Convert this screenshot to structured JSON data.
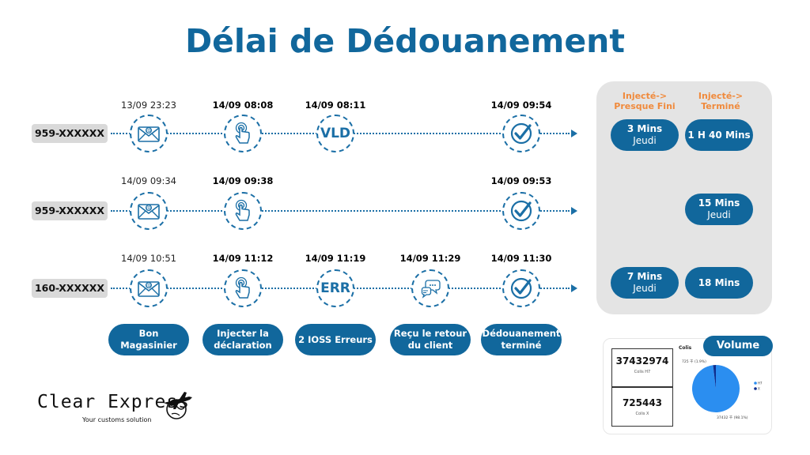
{
  "title": "Délai de Dédouanement",
  "rows": [
    {
      "awb": "959-XXXXXX",
      "timestamps": [
        {
          "text": "13/09  23:23",
          "bold": false
        },
        {
          "text": "14/09  08:08",
          "bold": true
        },
        {
          "text": "14/09  08:11",
          "bold": true
        },
        {
          "text": "",
          "bold": true
        },
        {
          "text": "14/09  09:54",
          "bold": true
        }
      ],
      "nodes": [
        "envelope-icon",
        "tap-hand-icon",
        "VLD",
        "",
        "check-icon"
      ]
    },
    {
      "awb": "959-XXXXXX",
      "timestamps": [
        {
          "text": "14/09  09:34",
          "bold": false
        },
        {
          "text": "14/09  09:38",
          "bold": true
        },
        {
          "text": "",
          "bold": true
        },
        {
          "text": "",
          "bold": true
        },
        {
          "text": "14/09  09:53",
          "bold": true
        }
      ],
      "nodes": [
        "envelope-icon",
        "tap-hand-icon",
        "",
        "",
        "check-icon"
      ]
    },
    {
      "awb": "160-XXXXXX",
      "timestamps": [
        {
          "text": "14/09  10:51",
          "bold": false
        },
        {
          "text": "14/09  11:12",
          "bold": true
        },
        {
          "text": "14/09  11:19",
          "bold": true
        },
        {
          "text": "14/09  11:29",
          "bold": true
        },
        {
          "text": "14/09  11:30",
          "bold": true
        }
      ],
      "nodes": [
        "envelope-icon",
        "tap-hand-icon",
        "ERR",
        "chat-bubbles-icon",
        "check-icon"
      ]
    }
  ],
  "steps": [
    [
      "Bon",
      "Magasinier"
    ],
    [
      "Injecter la",
      "déclaration"
    ],
    [
      "2 IOSS Erreurs"
    ],
    [
      "Reçu le retour",
      "du client"
    ],
    [
      "Dédouanement",
      "terminé"
    ]
  ],
  "durations": {
    "headers": [
      [
        "Injecté->",
        "Presque Fini"
      ],
      [
        "Injecté->",
        "Terminé"
      ]
    ],
    "rows": [
      [
        [
          "3 Mins",
          "Jeudi"
        ],
        [
          "1 H 40 Mins"
        ]
      ],
      [
        [],
        [
          "15 Mins",
          "Jeudi"
        ]
      ],
      [
        [
          "7 Mins",
          "Jeudi"
        ],
        [
          "18 Mins"
        ]
      ]
    ]
  },
  "volume": {
    "title": "Volume",
    "chart_title": "Colis",
    "stats": [
      {
        "value": "37432974",
        "label": "Colis H7"
      },
      {
        "value": "725443",
        "label": "Colis X"
      }
    ],
    "chart_data": {
      "type": "pie",
      "categories": [
        "H7",
        "X"
      ],
      "values": [
        37432974,
        725443
      ],
      "labels": [
        "725 千 (1.9%)",
        "37432 千 (98.1%)"
      ],
      "legend": [
        "H7",
        "X"
      ],
      "colors": [
        "#2b8ef0",
        "#0d2e8f"
      ]
    }
  },
  "logo": {
    "name": "Clear Express",
    "tagline": "Your customs solution"
  }
}
